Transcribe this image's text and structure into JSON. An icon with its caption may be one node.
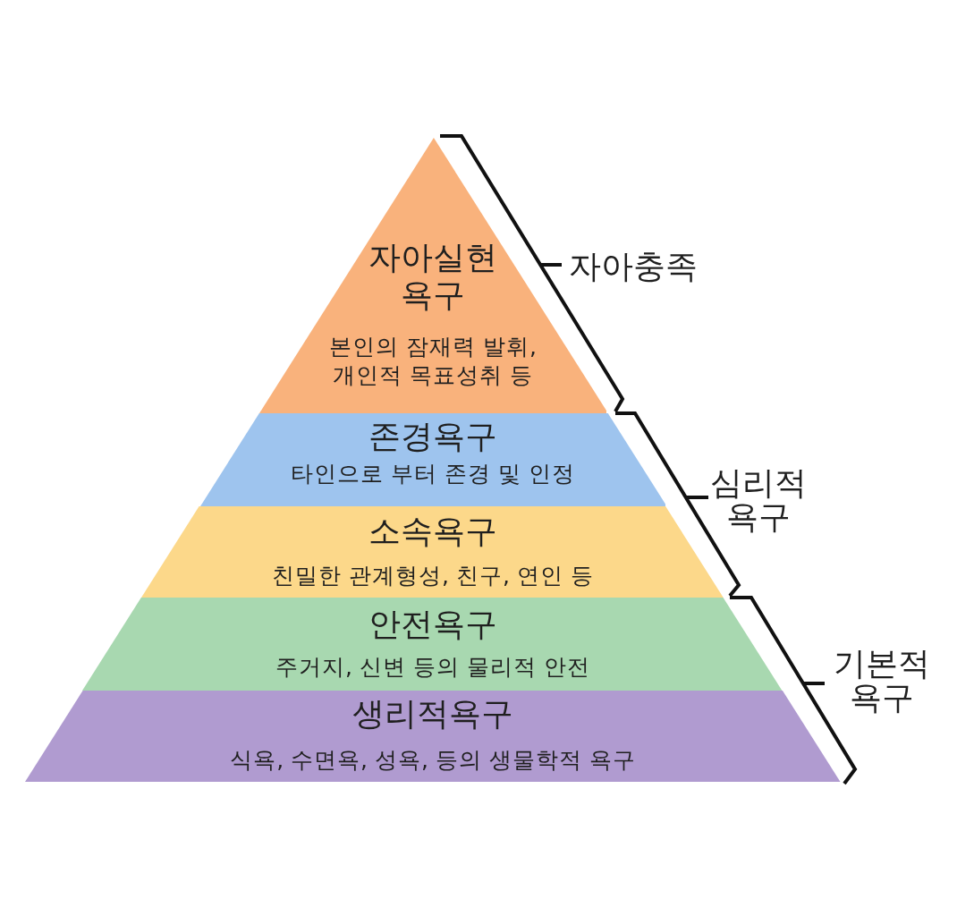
{
  "diagram": {
    "nodes": [
      {
        "text": [
          "자아실현 욕구",
          "본인의 잠재력 발휘, 개인적 목표성취 등"
        ]
      },
      {
        "text": [
          "존경욕구",
          "타인으로 부터 존경 및 인정"
        ]
      },
      {
        "text": [
          "소속욕구",
          "친밀한 관계형성, 친구, 연인 등"
        ]
      },
      {
        "text": [
          "안전욕구",
          "주거지, 신변 등의 물리적 안전"
        ]
      },
      {
        "text": [
          "생리적욕구",
          "식욕, 수면욕, 성욕, 등의 생물학적 욕구"
        ]
      }
    ],
    "labels": [
      "자아충족",
      "심리적 욕구",
      "기본적 욕구"
    ]
  }
}
